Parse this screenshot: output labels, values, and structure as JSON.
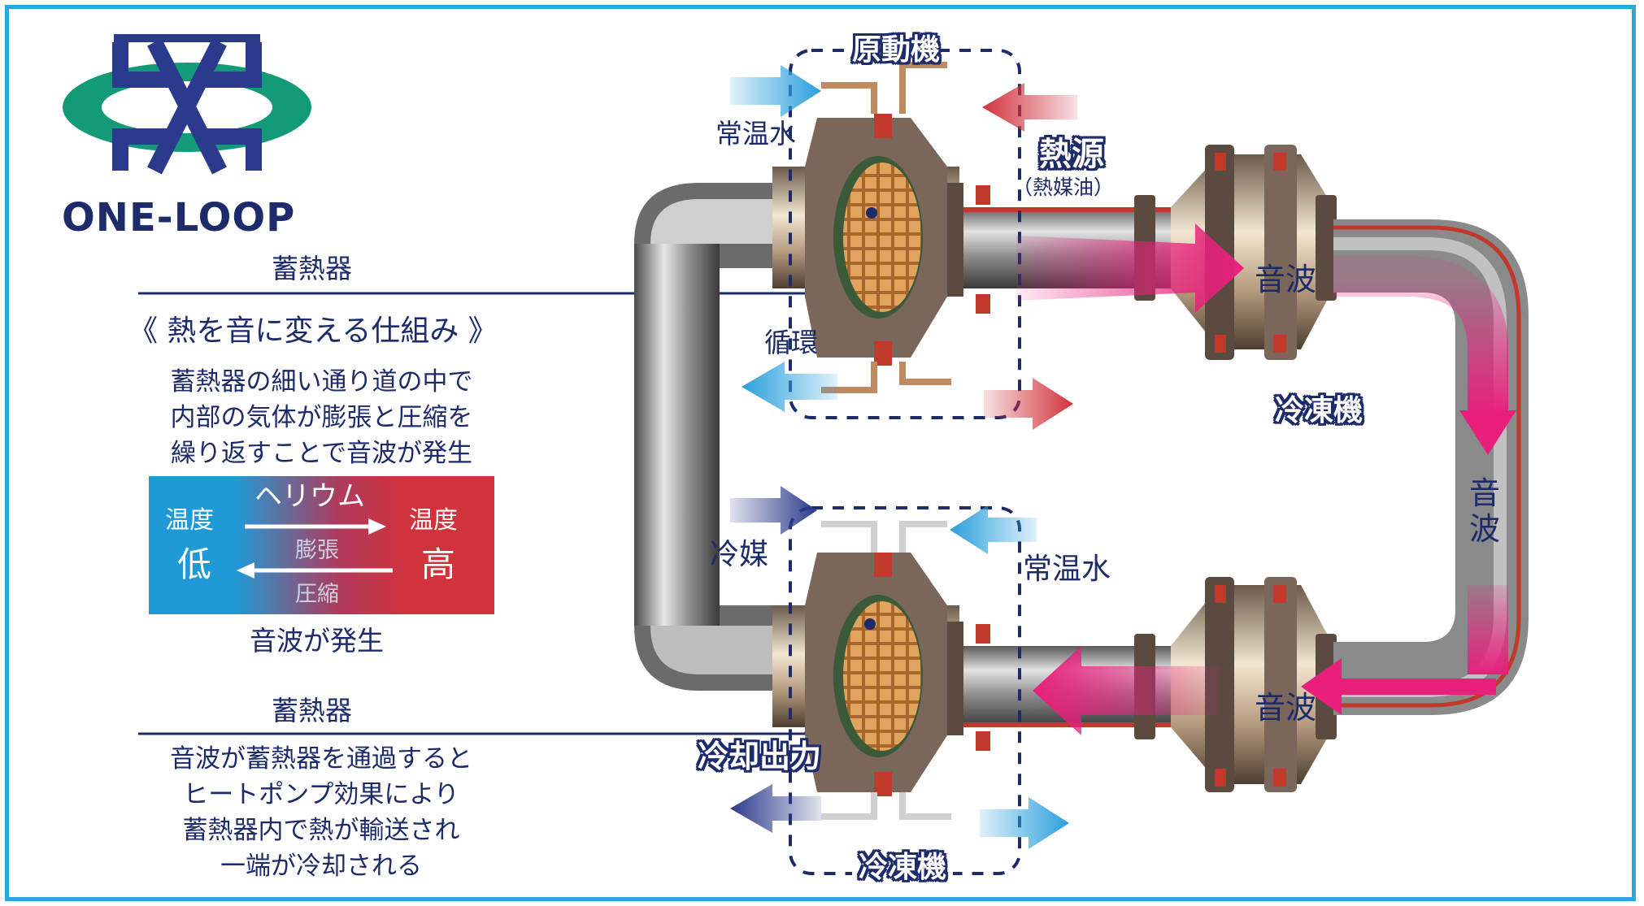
{
  "logo": {
    "text": "ONE-LOOP"
  },
  "left_panel": {
    "regenerator_top_label": "蓄熱器",
    "section_title": "《 熱を音に変える仕組み 》",
    "description_lines": [
      "蓄熱器の細い通り道の中で",
      "内部の気体が膨張と圧縮を",
      "繰り返すことで音波が発生"
    ],
    "legend": {
      "gas": "ヘリウム",
      "low_label": "温度",
      "low_value": "低",
      "high_label": "温度",
      "high_value": "高",
      "expand": "膨張",
      "compress": "圧縮"
    },
    "sound_generated": "音波が発生",
    "regenerator_bottom_label": "蓄熱器",
    "cooling_lines": [
      "音波が蓄熱器を通過すると",
      "ヒートポンプ効果により",
      "蓄熱器内で熱が輸送され",
      "一端が冷却される"
    ]
  },
  "diagram_labels": {
    "prime_mover": "原動機",
    "room_temp_water_top": "常温水",
    "heat_source": "熱源",
    "heat_medium": "（熱媒油）",
    "circulation": "循環",
    "sound_wave_top": "音波",
    "refrigerator_mid": "冷凍機",
    "sound_wave_right": "音波",
    "refrigerant": "冷媒",
    "room_temp_water_bottom": "常温水",
    "sound_wave_bottom": "音波",
    "cooling_output": "冷却出力",
    "refrigerator_bottom": "冷凍機"
  },
  "colors": {
    "frame": "#2aa8dc",
    "navy": "#1d2b6b",
    "logo_green": "#139a78",
    "sound_pink": "#e8207c",
    "heat_red": "#d2323c",
    "water_blue": "#2a9fdc"
  }
}
